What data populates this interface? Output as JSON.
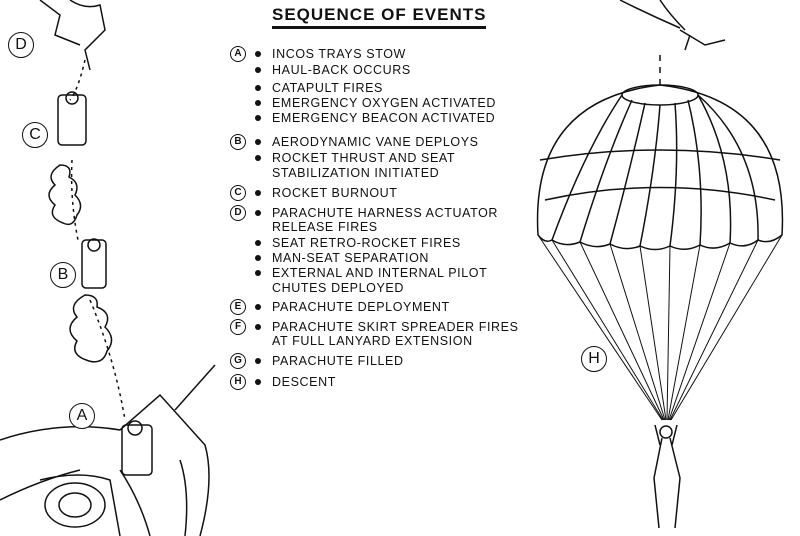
{
  "title": "SEQUENCE OF EVENTS",
  "events": [
    {
      "label": "A",
      "lines": [
        "INCOS TRAYS STOW",
        "HAUL-BACK OCCURS",
        "CATAPULT FIRES",
        "EMERGENCY OXYGEN ACTIVATED",
        "EMERGENCY BEACON ACTIVATED"
      ]
    },
    {
      "label": "B",
      "lines": [
        "AERODYNAMIC VANE DEPLOYS",
        "ROCKET THRUST AND SEAT",
        "STABILIZATION INITIATED"
      ]
    },
    {
      "label": "C",
      "lines": [
        "ROCKET BURNOUT"
      ]
    },
    {
      "label": "D",
      "lines": [
        "PARACHUTE HARNESS ACTUATOR",
        "RELEASE FIRES",
        "SEAT RETRO-ROCKET FIRES",
        "MAN-SEAT SEPARATION",
        "EXTERNAL AND INTERNAL PILOT",
        "CHUTES DEPLOYED"
      ]
    },
    {
      "label": "E",
      "lines": [
        "PARACHUTE DEPLOYMENT"
      ]
    },
    {
      "label": "F",
      "lines": [
        "PARACHUTE SKIRT SPREADER FIRES",
        "AT FULL LANYARD EXTENSION"
      ]
    },
    {
      "label": "G",
      "lines": [
        "PARACHUTE FILLED"
      ]
    },
    {
      "label": "H",
      "lines": [
        "DESCENT"
      ]
    }
  ],
  "diagram_labels": [
    "D",
    "C",
    "B",
    "A",
    "H"
  ]
}
